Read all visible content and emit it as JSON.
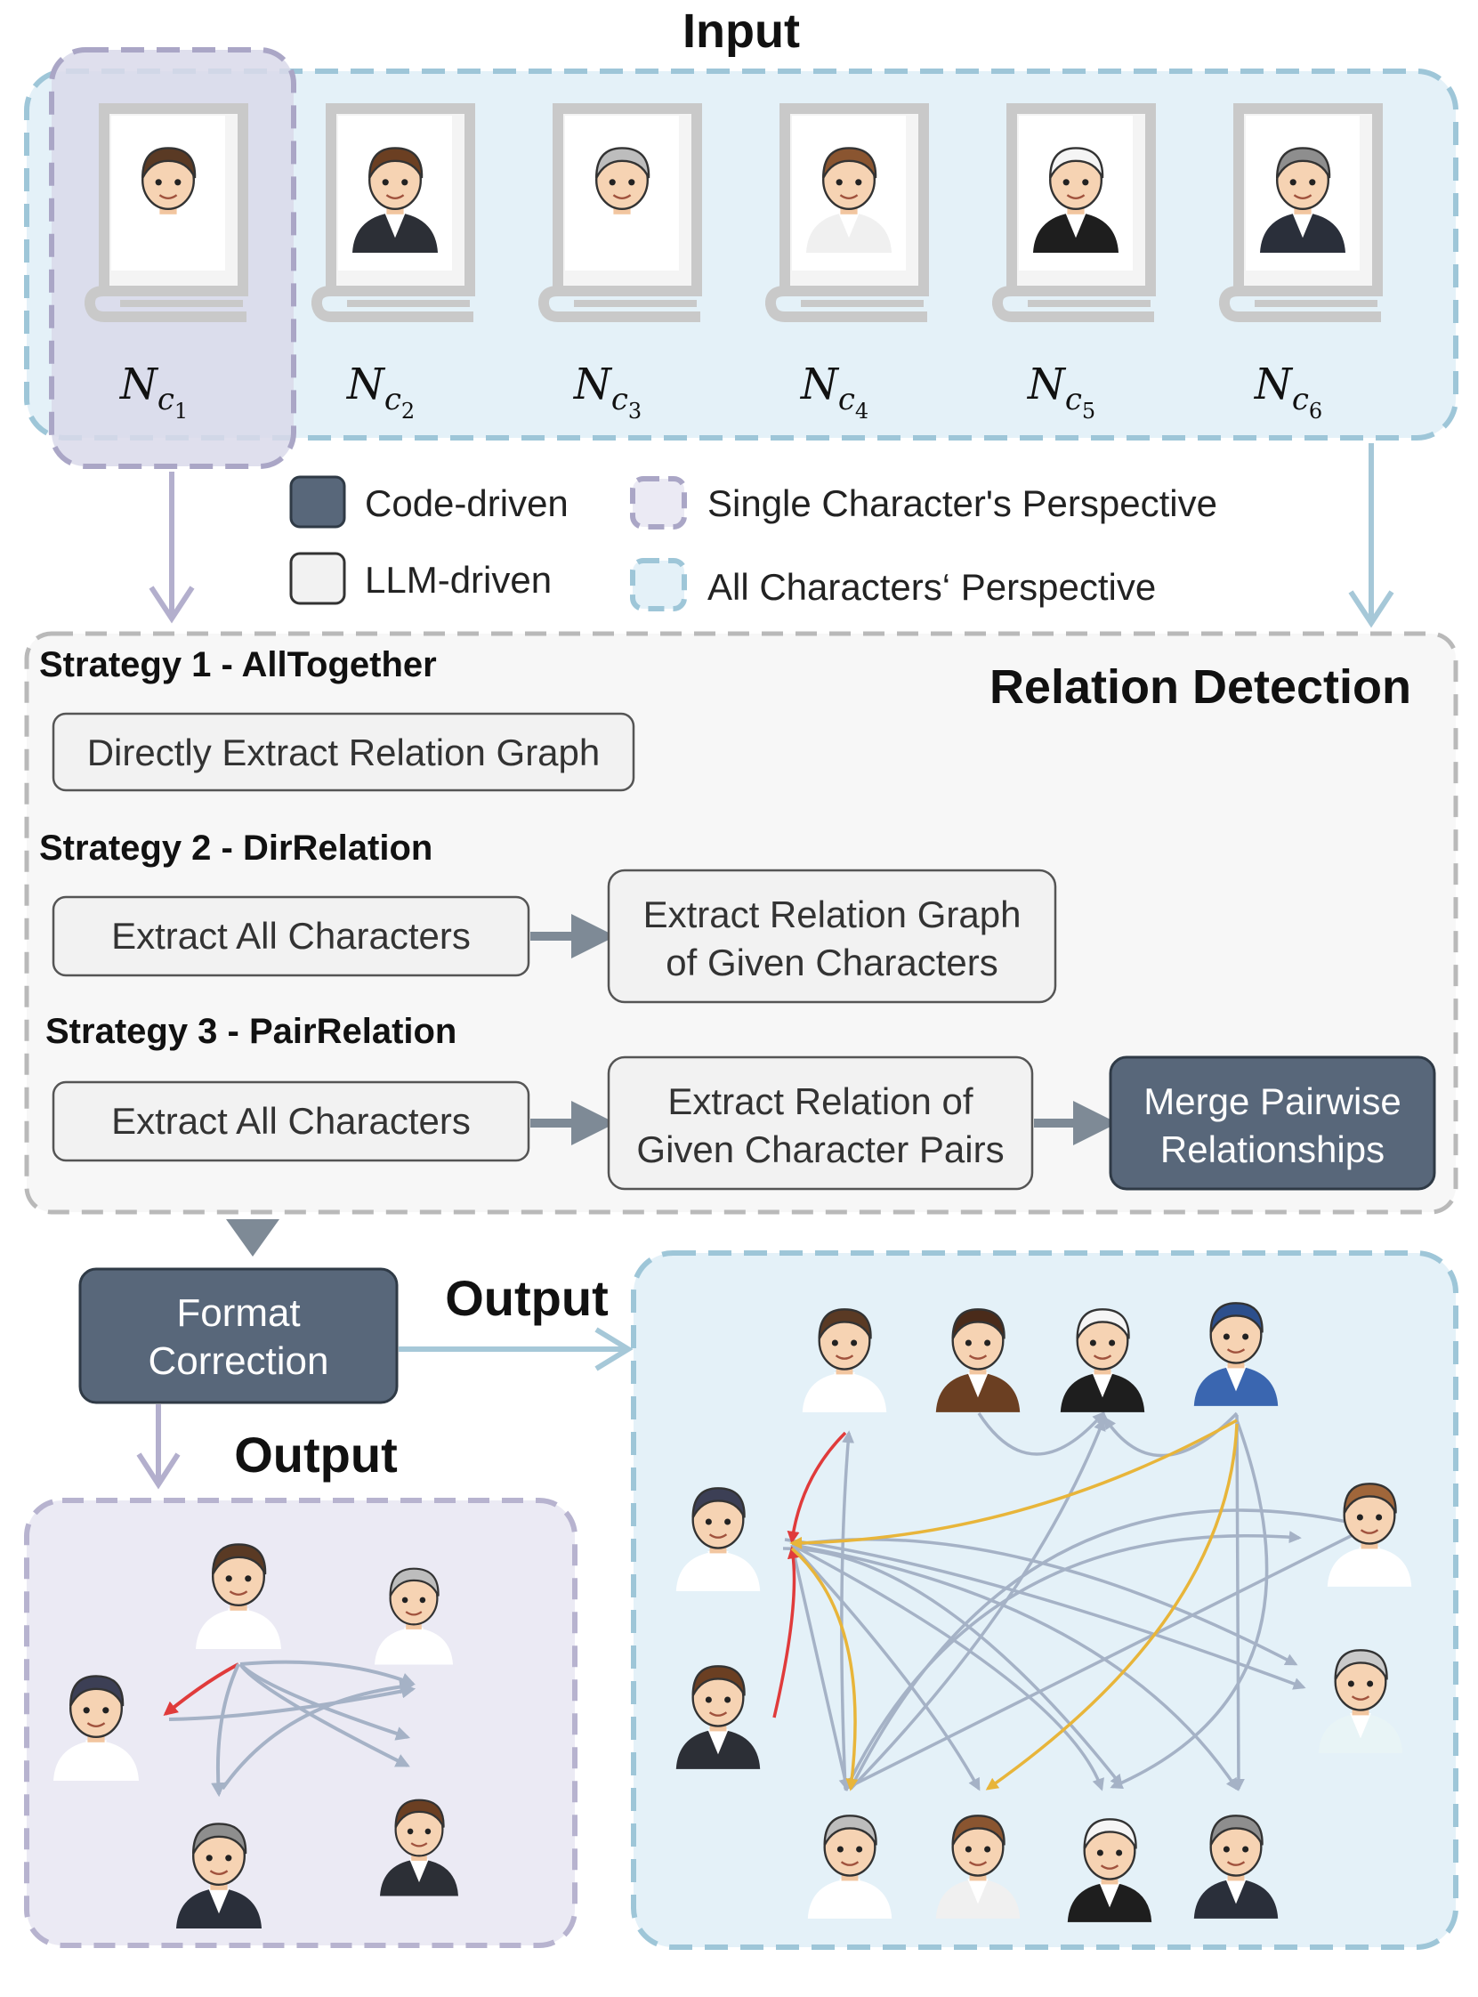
{
  "input_section": {
    "title": "Input",
    "books": [
      {
        "symbol": "N",
        "sub": "c",
        "subsub": "1"
      },
      {
        "symbol": "N",
        "sub": "c",
        "subsub": "2"
      },
      {
        "symbol": "N",
        "sub": "c",
        "subsub": "3"
      },
      {
        "symbol": "N",
        "sub": "c",
        "subsub": "4"
      },
      {
        "symbol": "N",
        "sub": "c",
        "subsub": "5"
      },
      {
        "symbol": "N",
        "sub": "c",
        "subsub": "6"
      }
    ]
  },
  "legend": {
    "code_driven": "Code-driven",
    "llm_driven": "LLM-driven",
    "single_perspective": "Single Character's Perspective",
    "all_perspective": "All Characters‘ Perspective"
  },
  "relation_detection": {
    "title": "Relation Detection",
    "strategy1": {
      "title": "Strategy 1 - AllTogether",
      "step1": "Directly Extract Relation Graph"
    },
    "strategy2": {
      "title": "Strategy 2 - DirRelation",
      "step1": "Extract All Characters",
      "step2_line1": "Extract Relation Graph",
      "step2_line2": "of Given Characters"
    },
    "strategy3": {
      "title": "Strategy 3 - PairRelation",
      "step1": "Extract All Characters",
      "step2_line1": "Extract Relation of",
      "step2_line2": "Given Character Pairs",
      "step3_line1": "Merge Pairwise",
      "step3_line2": "Relationships"
    }
  },
  "format_correction": {
    "line1": "Format",
    "line2": "Correction"
  },
  "output_left": {
    "title": "Output"
  },
  "output_right": {
    "title": "Output"
  },
  "colors": {
    "code_driven_fill": "#58677a",
    "llm_driven_fill": "#f2f2f2",
    "single_perspective": "#a8a4c4",
    "all_perspective": "#9ec6d8",
    "input_bg": "#e4f1f8",
    "single_bg": "#dcdcec",
    "relation_bg": "#f7f7f7",
    "edge_gray": "#a5b2c6",
    "edge_red": "#e03b3b",
    "edge_yellow": "#e8b53a",
    "arrow_gray": "#7e8a96",
    "arrow_purple": "#b3afcd",
    "arrow_blue": "#a6c8d8"
  },
  "icons": [
    "book-icon",
    "doctor-avatar-icon",
    "woman-avatar-icon",
    "elder-doctor-avatar-icon",
    "female-doctor-avatar-icon",
    "priest-avatar-icon",
    "man-glasses-avatar-icon",
    "young-man-avatar-icon",
    "police-avatar-icon",
    "boy-avatar-icon",
    "old-woman-avatar-icon"
  ]
}
